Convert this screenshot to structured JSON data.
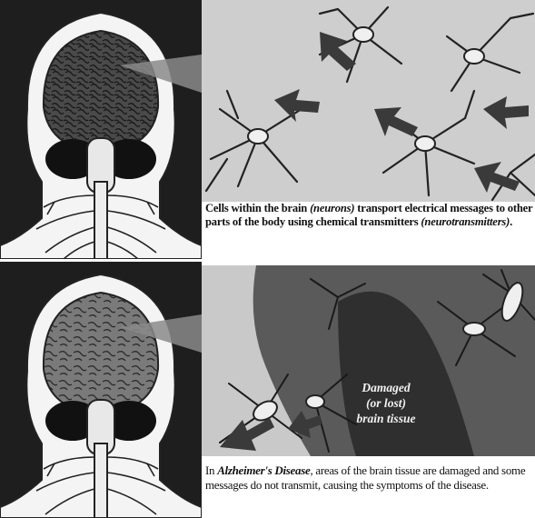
{
  "top_caption": {
    "part1": "Cells within the brain ",
    "term1": "(neurons)",
    "part2": " transport electrical messages to other parts of the body using chemical transmitters ",
    "term2": "(neurotransmitters)",
    "part3": "."
  },
  "bottom_caption": {
    "part1": "In ",
    "term1": "Alzheimer's Disease",
    "part2": ", areas of the brain tissue are damaged and some messages do not transmit, causing the symptoms of the disease."
  },
  "damage_label": {
    "line1": "Damaged",
    "line2": "(or lost)",
    "line3": "brain tissue"
  },
  "colors": {
    "background": "#ffffff",
    "dark_band": "#2a2a2a",
    "mid_gray": "#7c7c7c",
    "light_gray": "#d0d0d0"
  }
}
